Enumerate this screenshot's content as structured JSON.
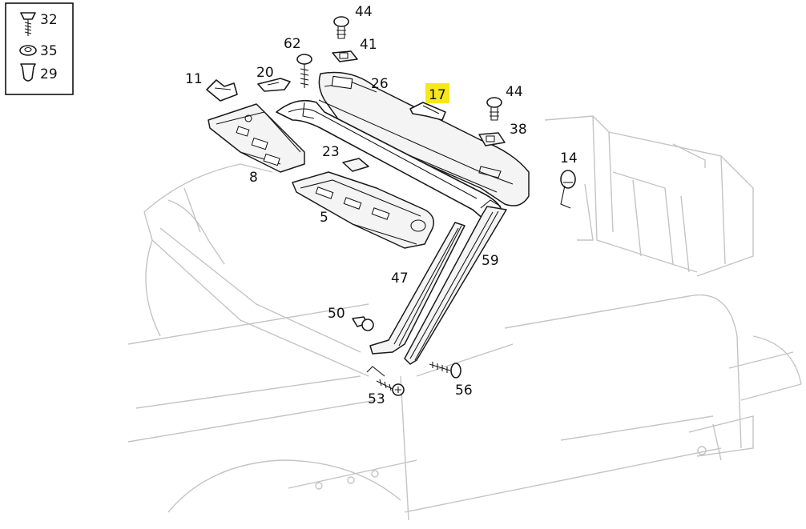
{
  "legend": {
    "items": [
      {
        "number": "32",
        "icon": "screw-clip-icon"
      },
      {
        "number": "35",
        "icon": "washer-icon"
      },
      {
        "number": "29",
        "icon": "plug-clip-icon"
      }
    ]
  },
  "callouts": {
    "p44a": "44",
    "p41": "41",
    "p62": "62",
    "p20": "20",
    "p11": "11",
    "p26": "26",
    "p17": "17",
    "p44b": "44",
    "p38": "38",
    "p14": "14",
    "p23": "23",
    "p8": "8",
    "p5": "5",
    "p59": "59",
    "p47": "47",
    "p50": "50",
    "p56": "56",
    "p53": "53"
  },
  "highlight": {
    "part": "17",
    "color": "#f6e81a"
  }
}
